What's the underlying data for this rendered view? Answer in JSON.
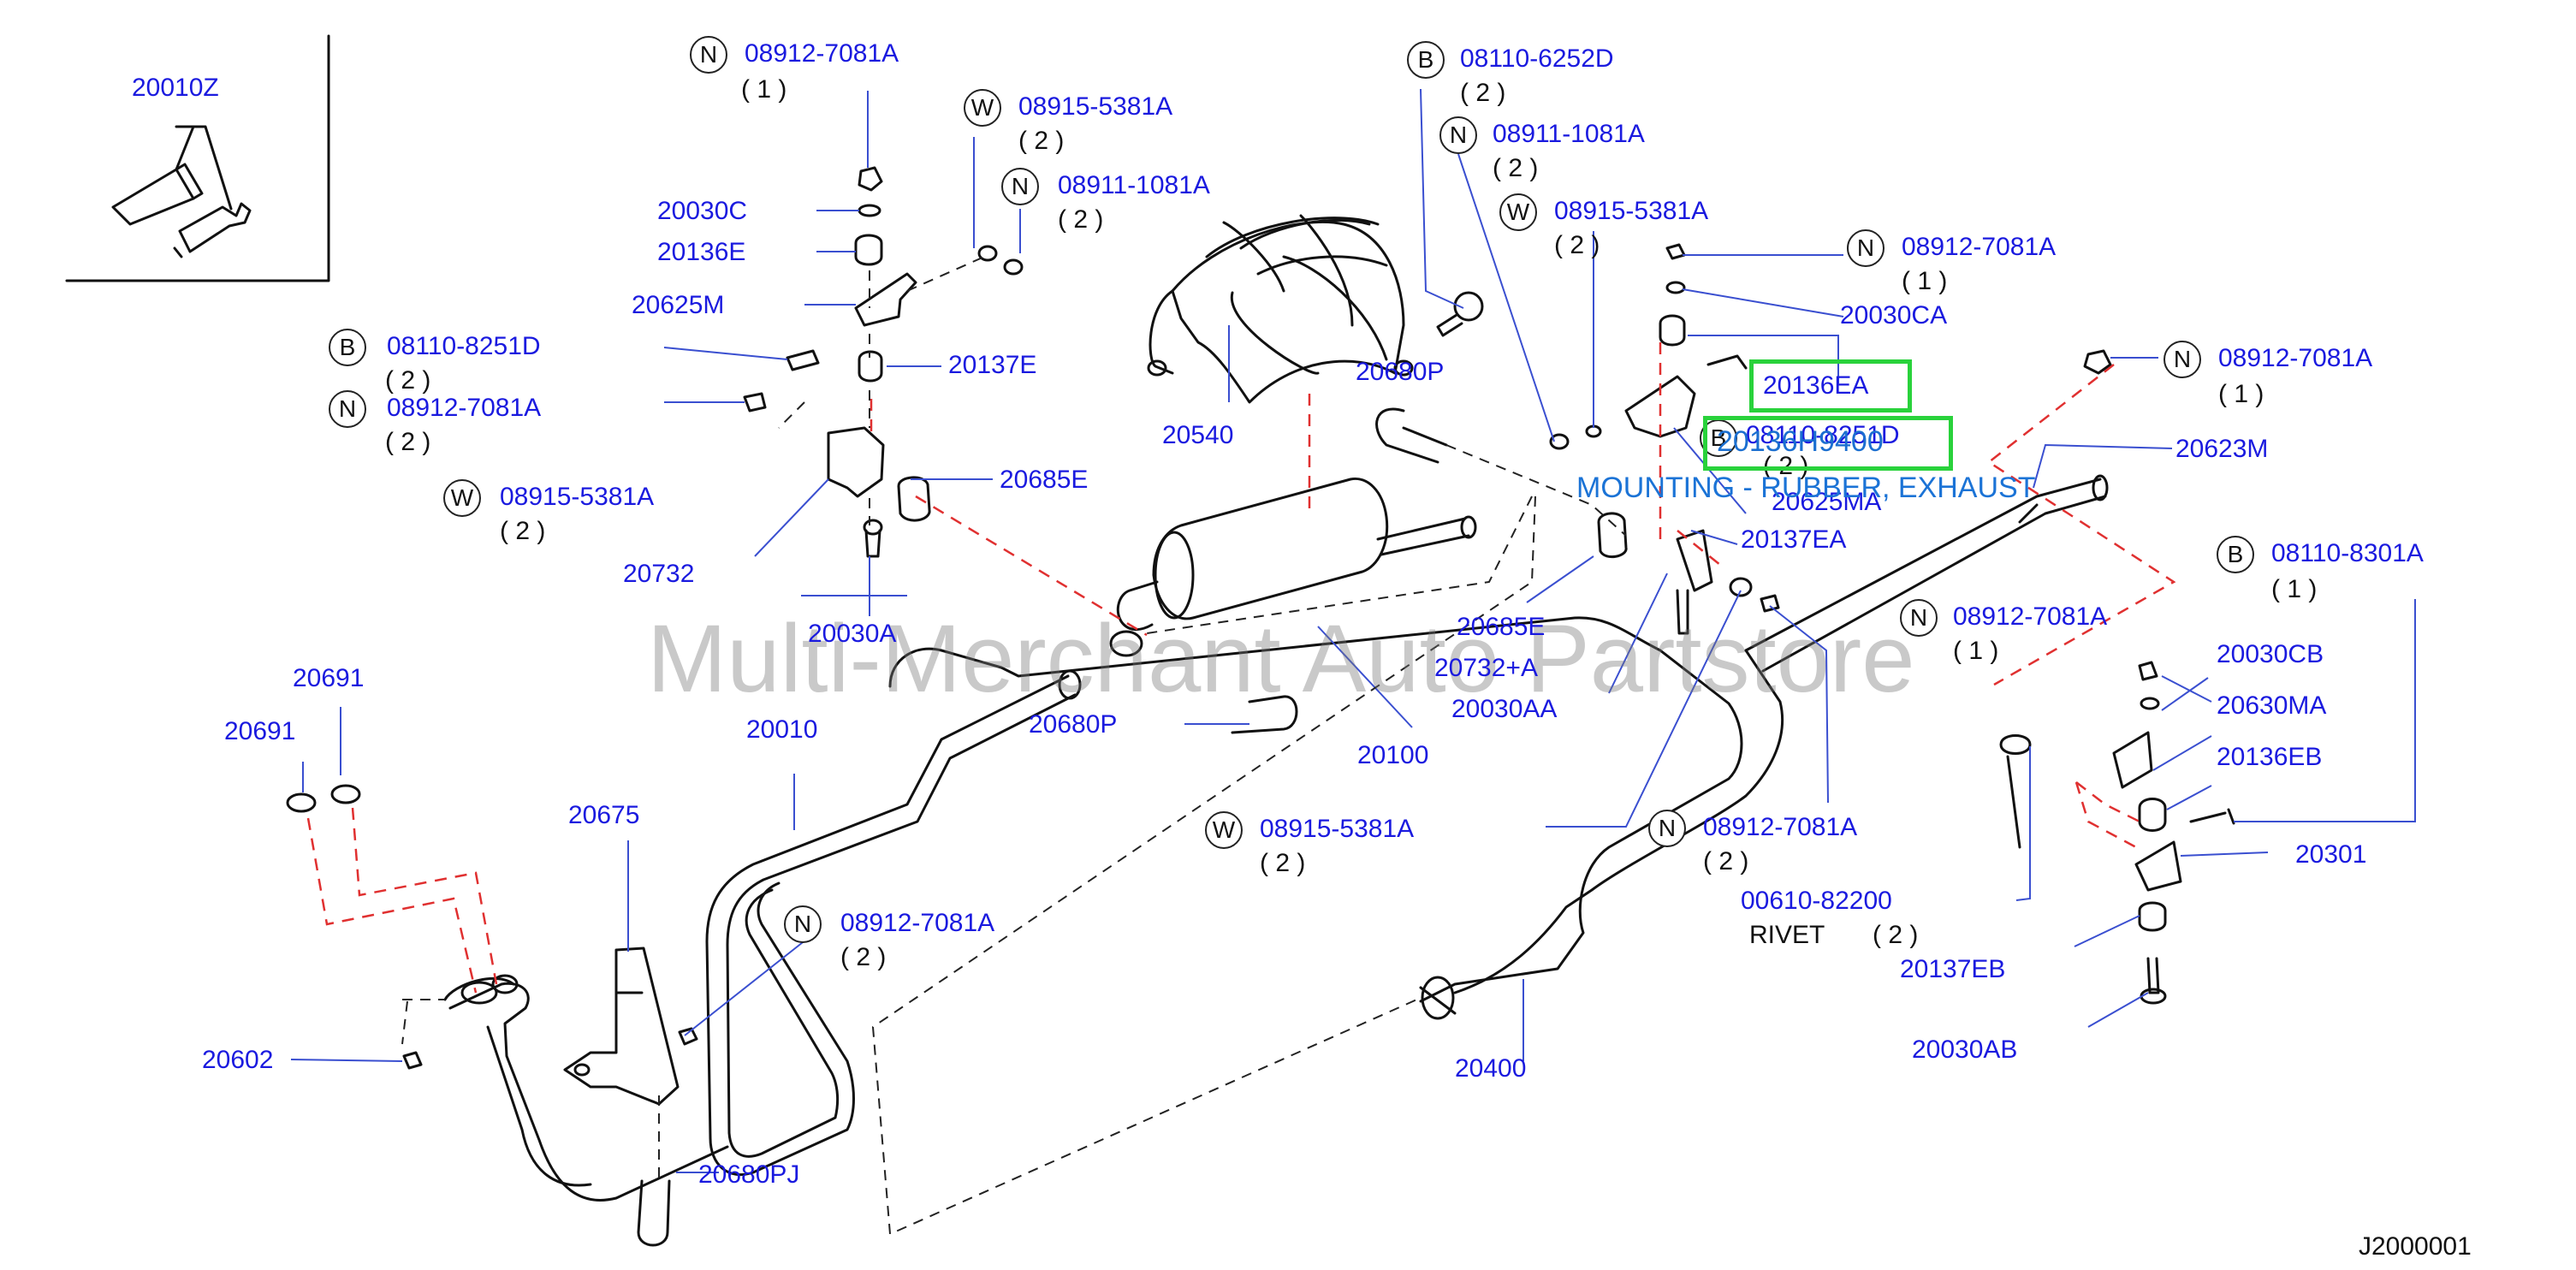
{
  "diagram": {
    "figure_id": "J2000001",
    "watermark": "Multi-Merchant Auto Partstore",
    "highlight": {
      "part_number": "20136H9400",
      "description": "MOUNTING - RUBBER, EXHAUST"
    },
    "parts": {
      "p20010z": "20010Z",
      "p20030c": "20030C",
      "p20136e": "20136E",
      "p20625m": "20625M",
      "p20137e": "20137E",
      "p20685e": "20685E",
      "p20732": "20732",
      "p20030a": "20030A",
      "p20540": "20540",
      "p20680p_top": "20680P",
      "p20030ca": "20030CA",
      "p20136ea": "20136EA",
      "p20625ma": "20625MA",
      "p20137ea": "20137EA",
      "p20623m": "20623M",
      "p20685e_b": "20685E",
      "p20732a": "20732+A",
      "p20030aa": "20030AA",
      "p20691_a": "20691",
      "p20691_b": "20691",
      "p20010": "20010",
      "p20680p_mid": "20680P",
      "p20100": "20100",
      "p20675": "20675",
      "p20602": "20602",
      "p20680pj": "20680PJ",
      "p20400": "20400",
      "p00610": "00610-82200",
      "p20030cb": "20030CB",
      "p20630ma": "20630MA",
      "p20136eb": "20136EB",
      "p20301": "20301",
      "p20137eb": "20137EB",
      "p20030ab": "20030AB"
    },
    "fasteners": {
      "f1": {
        "prefix": "N",
        "code": "08912-7081A",
        "qty": "( 1 )"
      },
      "f2": {
        "prefix": "W",
        "code": "08915-5381A",
        "qty": "( 2 )"
      },
      "f3": {
        "prefix": "N",
        "code": "08911-1081A",
        "qty": "( 2 )"
      },
      "f4": {
        "prefix": "B",
        "code": "08110-8251D",
        "qty": "( 2 )"
      },
      "f5": {
        "prefix": "N",
        "code": "08912-7081A",
        "qty": "( 2 )"
      },
      "f6": {
        "prefix": "W",
        "code": "08915-5381A",
        "qty": "( 2 )"
      },
      "f7": {
        "prefix": "B",
        "code": "08110-6252D",
        "qty": "( 2 )"
      },
      "f8": {
        "prefix": "N",
        "code": "08911-1081A",
        "qty": "( 2 )"
      },
      "f9": {
        "prefix": "W",
        "code": "08915-5381A",
        "qty": "( 2 )"
      },
      "f10": {
        "prefix": "N",
        "code": "08912-7081A",
        "qty": "( 1 )"
      },
      "f11": {
        "prefix": "B",
        "code": "08110-8251D",
        "qty": "( 2 )"
      },
      "f12": {
        "prefix": "N",
        "code": "08912-7081A",
        "qty": "( 1 )"
      },
      "f13": {
        "prefix": "B",
        "code": "08110-8301A",
        "qty": "( 1 )"
      },
      "f14": {
        "prefix": "N",
        "code": "08912-7081A",
        "qty": "( 1 )"
      },
      "f15": {
        "prefix": "W",
        "code": "08915-5381A",
        "qty": "( 2 )"
      },
      "f16": {
        "prefix": "N",
        "code": "08912-7081A",
        "qty": "( 2 )"
      },
      "f17": {
        "prefix": "N",
        "code": "08912-7081A",
        "qty": "( 2 )"
      }
    },
    "rivet": {
      "label": "RIVET",
      "qty": "( 2 )"
    }
  }
}
